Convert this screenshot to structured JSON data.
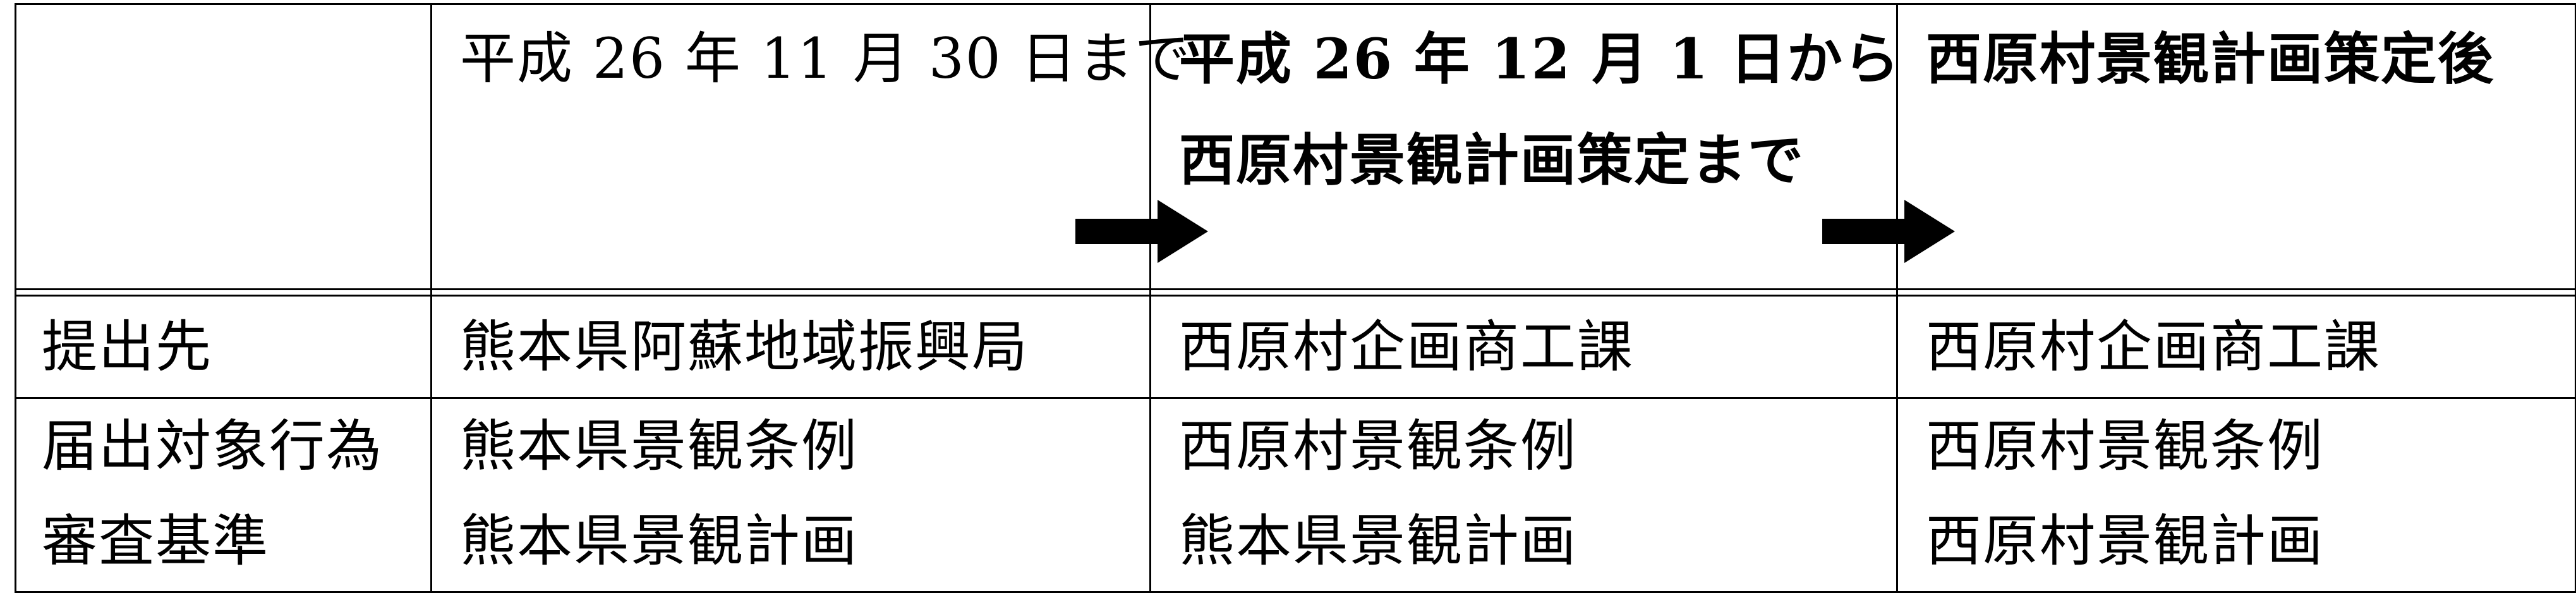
{
  "header": {
    "col1": "",
    "col2": "平成 26 年 11 月 30 日まで",
    "col3_line1": "平成 26 年 12 月 1 日から",
    "col3_line2": "西原村景観計画策定まで",
    "col4": "西原村景観計画策定後"
  },
  "rows": [
    {
      "label": "提出先",
      "col2": "熊本県阿蘇地域振興局",
      "col3": "西原村企画商工課",
      "col4": "西原村企画商工課"
    },
    {
      "label_line1": "届出対象行為",
      "label_line2": "審査基準",
      "col2_line1": "熊本県景観条例",
      "col2_line2": "熊本県景観計画",
      "col3_line1": "西原村景観条例",
      "col3_line2": "熊本県景観計画",
      "col4_line1": "西原村景観条例",
      "col4_line2": "西原村景観計画"
    }
  ],
  "icons": {
    "arrow1": "right-arrow-icon",
    "arrow2": "right-arrow-icon"
  },
  "colors": {
    "ink": "#000000",
    "background": "#ffffff"
  }
}
